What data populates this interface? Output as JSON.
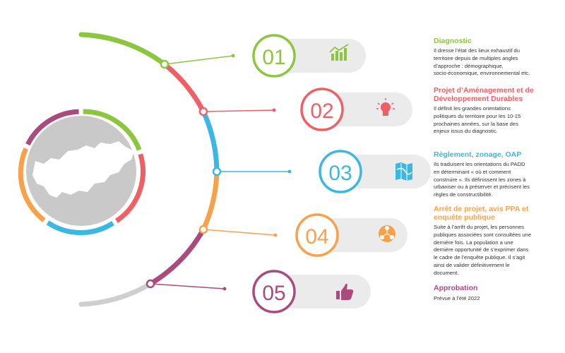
{
  "colors": {
    "green": "#8cc63f",
    "red": "#ee5f66",
    "blue": "#3bb7e3",
    "orange": "#f7a24a",
    "purple": "#a94b7d",
    "gray": "#cfcfcf",
    "pill": "#ebebeb",
    "map": "#c9c9c9"
  },
  "steps": [
    {
      "number": "01",
      "icon": "bar-chart-icon",
      "color": "#8cc63f",
      "title": "Diagnostic",
      "desc": [
        "Il dresse l’état des lieux exhaustif du",
        "territoire depuis de multiples angles",
        "d’approche : démographique,",
        "socio-économique, environnemental etc."
      ]
    },
    {
      "number": "02",
      "icon": "lightbulb-icon",
      "color": "#ee5f66",
      "title": [
        "Projet d’Aménagement et de",
        "Développement Durables"
      ],
      "desc": [
        "Il définit les grandes orientations",
        "politiques du territoire pour les 10-15",
        "prochaines années, sur la base des",
        "enjeux issus du diagnostic."
      ]
    },
    {
      "number": "03",
      "icon": "map-icon",
      "color": "#3bb7e3",
      "title": "Règlement, zonage, OAP",
      "desc": [
        "Ils traduisent les orientations du PADD",
        "en déterminant « où et comment",
        "construire ». Ils définissent les zones à",
        "urbaniser ou à préserver et précisent les",
        "règles de constructibilité."
      ]
    },
    {
      "number": "04",
      "icon": "network-icon",
      "color": "#f7a24a",
      "title": [
        "Arrêt de projet, avis PPA et",
        "enquête publique"
      ],
      "desc": [
        "Suite à l’arrêt du projet, les personnes",
        "publiques associées sont consultées une",
        "dernière fois. La population a une",
        "dernière opportunité de s’exprimer dans",
        "le cadre de l’enquête publique. Il s’agit",
        "ainsi de valider définitivement le",
        "document."
      ]
    },
    {
      "number": "05",
      "icon": "thumbs-up-icon",
      "color": "#a94b7d",
      "title": "Approbation",
      "desc": [
        "Prévue à l’été 2022"
      ]
    }
  ]
}
